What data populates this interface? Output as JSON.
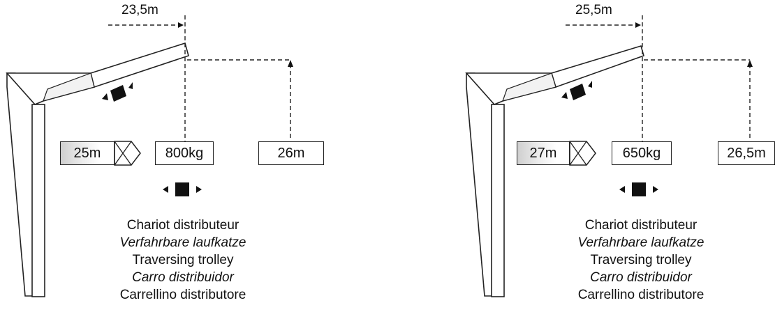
{
  "diagrams": [
    {
      "reach_label": "23,5m",
      "left_box": "25m",
      "load_box": "800kg",
      "height_box": "26m",
      "captions": [
        "Chariot distributeur",
        "Verfahrbare laufkatze",
        "Traversing trolley",
        "Carro distribuidor",
        "Carrellino distributore"
      ]
    },
    {
      "reach_label": "25,5m",
      "left_box": "27m",
      "load_box": "650kg",
      "height_box": "26,5m",
      "captions": [
        "Chariot distributeur",
        "Verfahrbare laufkatze",
        "Traversing trolley",
        "Carro distribuidor",
        "Carrellino distributore"
      ]
    }
  ]
}
